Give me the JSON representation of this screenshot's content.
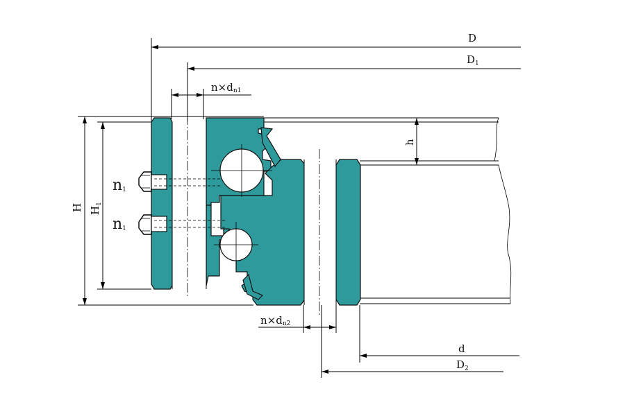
{
  "labels": {
    "D": "D",
    "D1": "D",
    "D1_sub": "1",
    "n_x_dn1": "n×d",
    "n_x_dn1_sub": "n1",
    "h": "h",
    "H": "H",
    "H1": "H",
    "H1_sub": "1",
    "n1_top": "n",
    "n1_top_sub": "1",
    "n1_bottom": "n",
    "n1_bottom_sub": "1",
    "n_x_dn2": "n×d",
    "n_x_dn2_sub": "n2",
    "d": "d",
    "D2": "D",
    "D2_sub": "2"
  },
  "colors": {
    "ring_fill": "#2f9a9c",
    "line": "#000000",
    "background": "#ffffff"
  }
}
